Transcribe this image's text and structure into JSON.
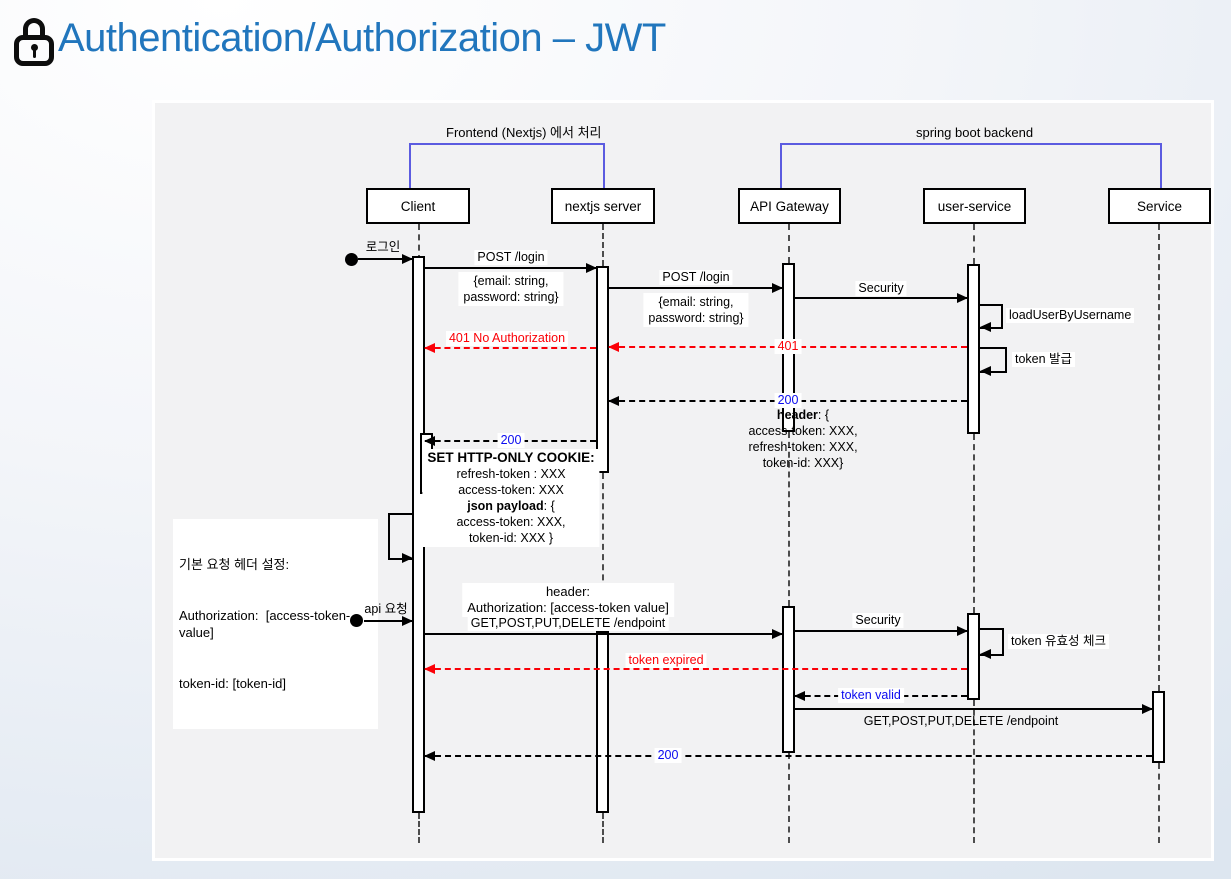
{
  "title": {
    "text": "Authentication/Authorization – JWT",
    "color": "#2176bd"
  },
  "frames": {
    "frontend": "Frontend (Nextjs) 에서 처리",
    "backend": "spring boot backend"
  },
  "actors": {
    "client": "Client",
    "nextjs": "nextjs server",
    "gateway": "API Gateway",
    "user_service": "user-service",
    "service": "Service"
  },
  "messages": {
    "login": "로그인",
    "post_login": "POST /login",
    "login_body_1": "{email: string,",
    "login_body_2": "password: string}",
    "security": "Security",
    "load_user": "loadUserByUsername",
    "token_issue": "token 발급",
    "code_401": "401",
    "code_401_no_auth": "401 No Authorization",
    "code_200": "200",
    "api_request": "api 요청",
    "endpoint": "GET,POST,PUT,DELETE /endpoint",
    "token_check": "token 유효성 체크",
    "token_expired": "token expired",
    "token_valid": "token valid"
  },
  "notes": {
    "header_response": {
      "bold": "header",
      "rest": ": {",
      "line2": "access-token: XXX,",
      "line3": "refresh-token: XXX,",
      "line4": "token-id: XXX}"
    },
    "cookie": {
      "line1": "SET HTTP-ONLY COOKIE:",
      "line2": "refresh-token : XXX",
      "line3": "access-token: XXX",
      "line4_bold": "json payload",
      "line4_rest": ": {",
      "line5": "access-token: XXX,",
      "line6": "token-id: XXX }"
    },
    "default_header": {
      "line1": "기본 요청 헤더 설정:",
      "line2": "Authorization:  [access-token-value]",
      "line3": "token-id: [token-id]"
    },
    "request_header": {
      "line1": "header:",
      "line2": "Authorization: [access-token value]"
    }
  },
  "colors": {
    "error": "#fb0007",
    "success": "#0b0bf0",
    "frame_bracket": "#5c5ce0",
    "title": "#2176bd"
  }
}
